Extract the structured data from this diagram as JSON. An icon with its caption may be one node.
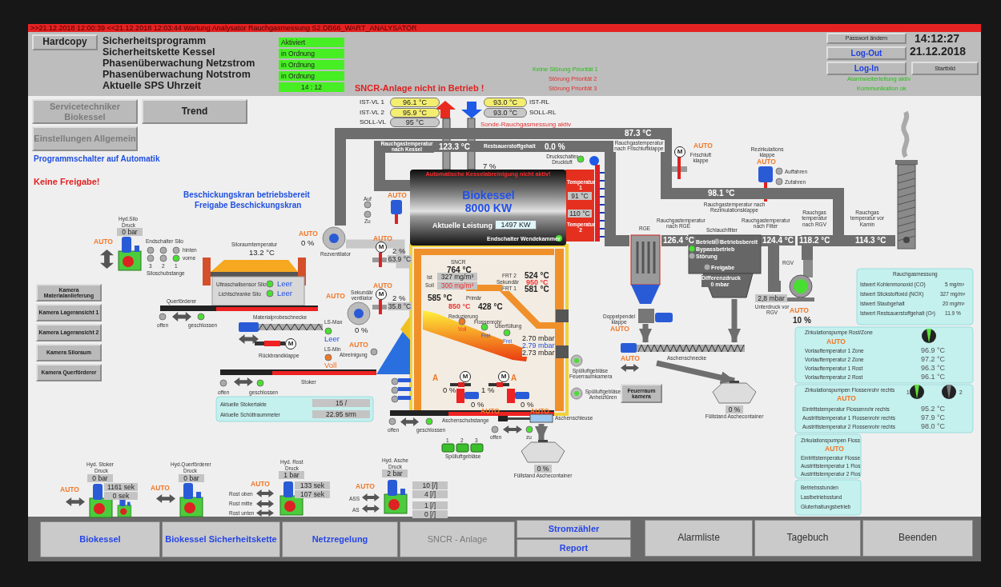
{
  "diagram": {
    "nodes": [
      {
        "text": [
          "Automatische Kesselabreinigung nicht aktiv!",
          "Biokessel 8000 KW",
          "Aktuelle Leistung",
          "1497 KW",
          "Endschalter Wendekammer"
        ]
      },
      {
        "text": [
          "RGE"
        ]
      },
      {
        "text": [
          "Schlauchfilter",
          "Betrieb",
          "Betriebsbereit",
          "Bypassbetrieb",
          "Störung",
          "Freigabe",
          "Differenzdruck 0 mbar"
        ]
      },
      {
        "text": [
          "RGV"
        ]
      },
      {
        "text": [],
        "shape": "chimney"
      },
      {
        "text": [
          "Rezventilator"
        ]
      },
      {
        "text": [
          "Aschenschnecke"
        ]
      },
      {
        "text": [
          "0 %",
          "Füllstand Aschecontainer"
        ]
      },
      {
        "text": [
          "Aschenschleuse"
        ]
      },
      {
        "text": [
          "0 %",
          "Füllstand Aschecontainer"
        ]
      }
    ],
    "edges": [
      {
        "from": 0,
        "to": 1,
        "arrow": "none"
      },
      {
        "from": 1,
        "to": 2,
        "arrow": "none"
      },
      {
        "from": 2,
        "to": 3,
        "arrow": "none"
      },
      {
        "from": 3,
        "to": 4,
        "arrow": "none"
      },
      {
        "from": 3,
        "to": 5,
        "arrow": "none"
      },
      {
        "from": 1,
        "to": 6,
        "arrow": "to"
      },
      {
        "from": 2,
        "to": 6,
        "arrow": "to"
      },
      {
        "from": 6,
        "to": 7,
        "arrow": "to"
      },
      {
        "from": 8,
        "to": 9,
        "arrow": "to"
      }
    ],
    "labels": [
      ">>21.12.2018 12:00:39 <<21.12.2018 12:03:44 Wartung Analysator Rauchgasmessung S2.DB66_WART_ANALYSATOR",
      "Hardcopy",
      "Sicherheitsprogramm",
      "Aktiviert",
      "Sicherheitskette Kessel",
      "in Ordnung",
      "Phasenüberwachung Netzstrom",
      "in Ordnung",
      "Phasenüberwachung Notstrom",
      "in Ordnung",
      "Aktuelle SPS Uhrzeit",
      "14 : 12",
      "SNCR-Anlage nicht in Betrieb !",
      "Keine Störung Priorität 1",
      "Störung Priorität 2",
      "Störung Priorität 3",
      "Passwort ändern",
      "14:12:27",
      "Log-Out",
      "21.12.2018",
      "Log-In",
      "Startbild",
      "Alarmweiterleitung aktiv",
      "Kommunikation ok",
      "Servicetechniker Biokessel",
      "Trend",
      "Einstellungen Allgemein",
      "Programmschalter auf Automatik",
      "Keine Freigabe!",
      "Beschickungskran betriebsbereit",
      "Freigabe Beschickungskran",
      "IST-VL 1",
      "96.1 °C",
      "IST-VL 2",
      "95.9 °C",
      "SOLL-VL",
      "95 °C",
      "93.0 °C",
      "IST-RL",
      "93.0 °C",
      "SOLL-RL",
      "Sonde-Rauchgasmessung aktiv",
      "Rauchgastemperatur nach Kessel",
      "123.3 °C",
      "Restsauerstoffgehalt",
      "0.0 %",
      "7 %",
      "Druckschalter Druckluft",
      "87.3 °C",
      "Rauchgastemperatur nach Frischluftklappe",
      "M",
      "AUTO",
      "Frischluft klappe",
      "Rezirkulations klappe",
      "AUTO",
      "Auffahren",
      "Zufahren",
      "98.1 °C",
      "Rauchgastemperatur nach Rezirkulationsklappe",
      "Rauchgastemperatur nach RGE",
      "126.4 °C",
      "Rauchgastemperatur nach Filter",
      "124.4 °C",
      "Rauchgas temperatur nach RGV",
      "118.2 °C",
      "Rauchgas temperatur vor Kamin",
      "114.3 °C",
      "2,8 mbar",
      "Unterdruck vor RGV",
      "AUTO",
      "10 %",
      "Rauchgasmessung",
      "Istwert Kohlenmonoxid (CO)",
      "5 mg/m³",
      "Istwert Stickstoffoxid (NOX)",
      "327 mg/m³",
      "Istwert Staubgehalt",
      "20 mg/m³",
      "Istwert Restsauerstoffgehalt (O²)",
      "11.9 %",
      "Zirkulationspumpe Rost/Zone",
      "AUTO",
      "Vorlauftemperatur 1 Zone",
      "96.9 °C",
      "Vorlauftemperatur 2 Zone",
      "97.2 °C",
      "Vorlauftemperatur 1 Rost",
      "96.3 °C",
      "Vorlauftemperatur 2 Rost",
      "96.1 °C",
      "Zirkulationspumpen Flossenrohr rechts",
      "AUTO",
      "1",
      "2",
      "Eintrittstemperatur Flossenrohr rechts",
      "95.2 °C",
      "Austrittstemperatur 1 Flossenrohr rechts",
      "97.9 °C",
      "Austrittstemperatur 2 Flossenrohr rechts",
      "98.0 °C",
      "Zirkulationspumpen Floss",
      "AUTO",
      "Eintrittstemperatur Flosse",
      "Austrittstemperatur 1 Flos",
      "Austrittstemperatur 2 Flos",
      "Betriebsstunden",
      "Lastbetriebsstund",
      "Gluterhaltungsbetrieb",
      "Hyd.Silo",
      "Druck",
      "0 bar",
      "AUTO",
      "Endschalter Silo",
      "hinten",
      "vorne",
      "3",
      "2",
      "1",
      "Siloschubstange",
      "Siloraumtemperatur",
      "13.2 °C",
      "Ultraschallsensor Silo",
      "Leer",
      "Lichtschranke Silo",
      "Leer",
      "Querförderer",
      "offen",
      "geschlossen",
      "Kamera Materialanlieferung",
      "Kamera Lageransicht 1",
      "Kamera Lageransicht 2",
      "Kamera Siloraum",
      "Kamera Querförderer",
      "Materialprobeschnecke",
      "LS-Max",
      "Leer",
      "M",
      "Rückbrandklappe",
      "LS-Min",
      "Voll",
      "AUTO",
      "AUTO",
      "Abreinigung",
      "AUTO",
      "0 %",
      "Auf",
      "Zu",
      "AUTO",
      "AUTO",
      "M",
      "2 %",
      "63.9 °C",
      "AUTO",
      "Sekundär ventilator",
      "M",
      "2 %",
      "35.8 °C",
      "0 %",
      "offen",
      "geschlossen",
      "Stoker",
      "Aktuelle Stokertakte",
      "15 /",
      "Aktuelle Schüttraummeter",
      "22.95 srm",
      "SNCR",
      "764 °C",
      "Ist",
      "327 mg/m³",
      "Soll",
      "300 mg/m³",
      "FRT 2",
      "Sekundär",
      "FRT 1",
      "524 °C",
      "950 °C",
      "581 °C",
      "585 °C",
      "Primär",
      "850 °C",
      "428 °C",
      "Reduzierung",
      "Voll",
      "Flossenrohr",
      "Frei",
      "Überfüllung",
      "Frei",
      "2.70 mbar",
      "2.79 mbar",
      "2.73 mbar",
      "A",
      "M",
      "M",
      "A",
      "0 %",
      "1 %",
      "0 %",
      "0 %",
      "AUTO",
      "AUTO",
      "Aschenschubstange",
      "offen",
      "geschlossen",
      "offen",
      "zu",
      "1",
      "2",
      "3",
      "Spülluftgebläse",
      "Spülluftgebläse Feuerraumkamera",
      "Spülluftgebläse Anheiztüren",
      "Feuerraum kamera",
      "Temperatur 1",
      "91 °C",
      "110 °C",
      "Temperatur 2",
      "Doppelpendel klappe",
      "AUTO",
      "AUTO",
      "Biokessel",
      "Biokessel Sicherheitskette",
      "Netzregelung",
      "SNCR - Anlage",
      "Stromzähler",
      "Report",
      "Alarmliste",
      "Tagebuch",
      "Beenden",
      "Hyd. Stoker",
      "Druck",
      "0 bar",
      "AUTO",
      "1161 sek",
      "0 sek",
      "Hyd.Querförderer",
      "Druck",
      "0 bar",
      "AUTO",
      "Hyd. Rost",
      "Druck",
      "1 bar",
      "AUTO",
      "133 sek",
      "Rost oben",
      "107 sek",
      "Rost mitte",
      "Rost unten",
      "Hyd. Asche",
      "Druck",
      "2 bar",
      "AUTO",
      "ASS",
      "AS",
      "10 [/]",
      "4 [/]",
      "1 [/]",
      "0 [/]"
    ]
  }
}
